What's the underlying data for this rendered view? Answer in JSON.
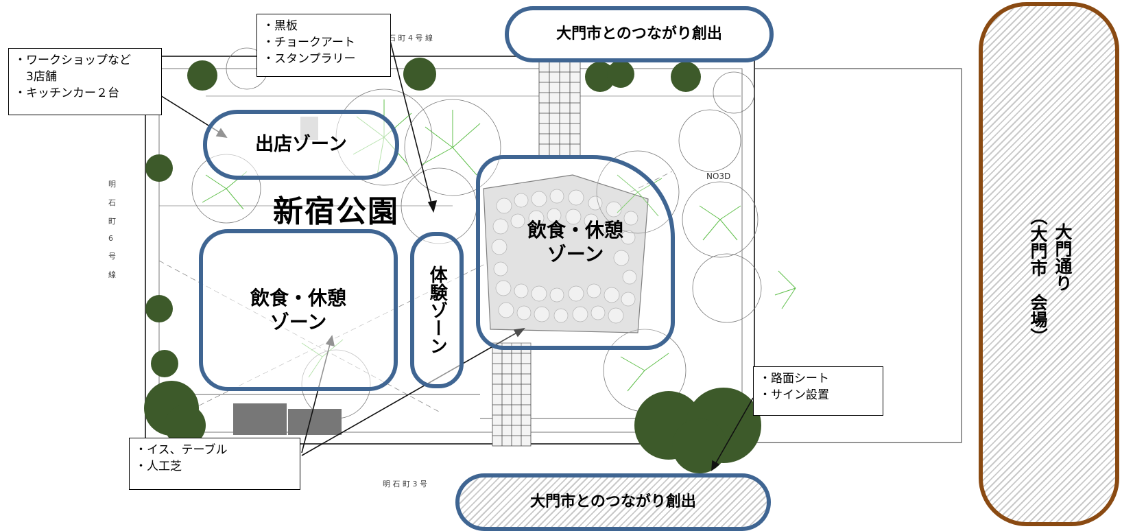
{
  "park_name": "新宿公園",
  "zones": {
    "shop": "出店ゾーン",
    "dining_left_l1": "飲食・休憩",
    "dining_left_l2": "ゾーン",
    "dining_right_l1": "飲食・休憩",
    "dining_right_l2": "ゾーン",
    "experience_l1": "体験",
    "experience_l2": "ゾーン",
    "connect_top": "大門市とのつながり創出",
    "connect_bottom": "大門市とのつながり創出"
  },
  "venue": {
    "title": "大門通り",
    "subtitle": "（大門市　会場）"
  },
  "callouts": {
    "workshop": [
      "・ワークショップなど",
      "　3店舗",
      "・キッチンカー２台"
    ],
    "blackboard": [
      "・黒板",
      "・チョークアート",
      "・スタンプラリー"
    ],
    "seating": [
      "・イス、テーブル",
      "・人工芝"
    ],
    "signage": [
      "・路面シート",
      "・サイン設置"
    ]
  },
  "plan_labels": {
    "top_road": "石 町 4 号 線",
    "bottom_road": "明 石 町 3 号",
    "left_road": [
      "明",
      "石",
      "町",
      "6",
      "号",
      "線"
    ],
    "plaque": "NO3D"
  },
  "colors": {
    "zone_border": "#3f6592",
    "venue_border": "#8a4a12",
    "tree_line": "#5fbf4a",
    "tree_dark": "#3d5a2a"
  }
}
